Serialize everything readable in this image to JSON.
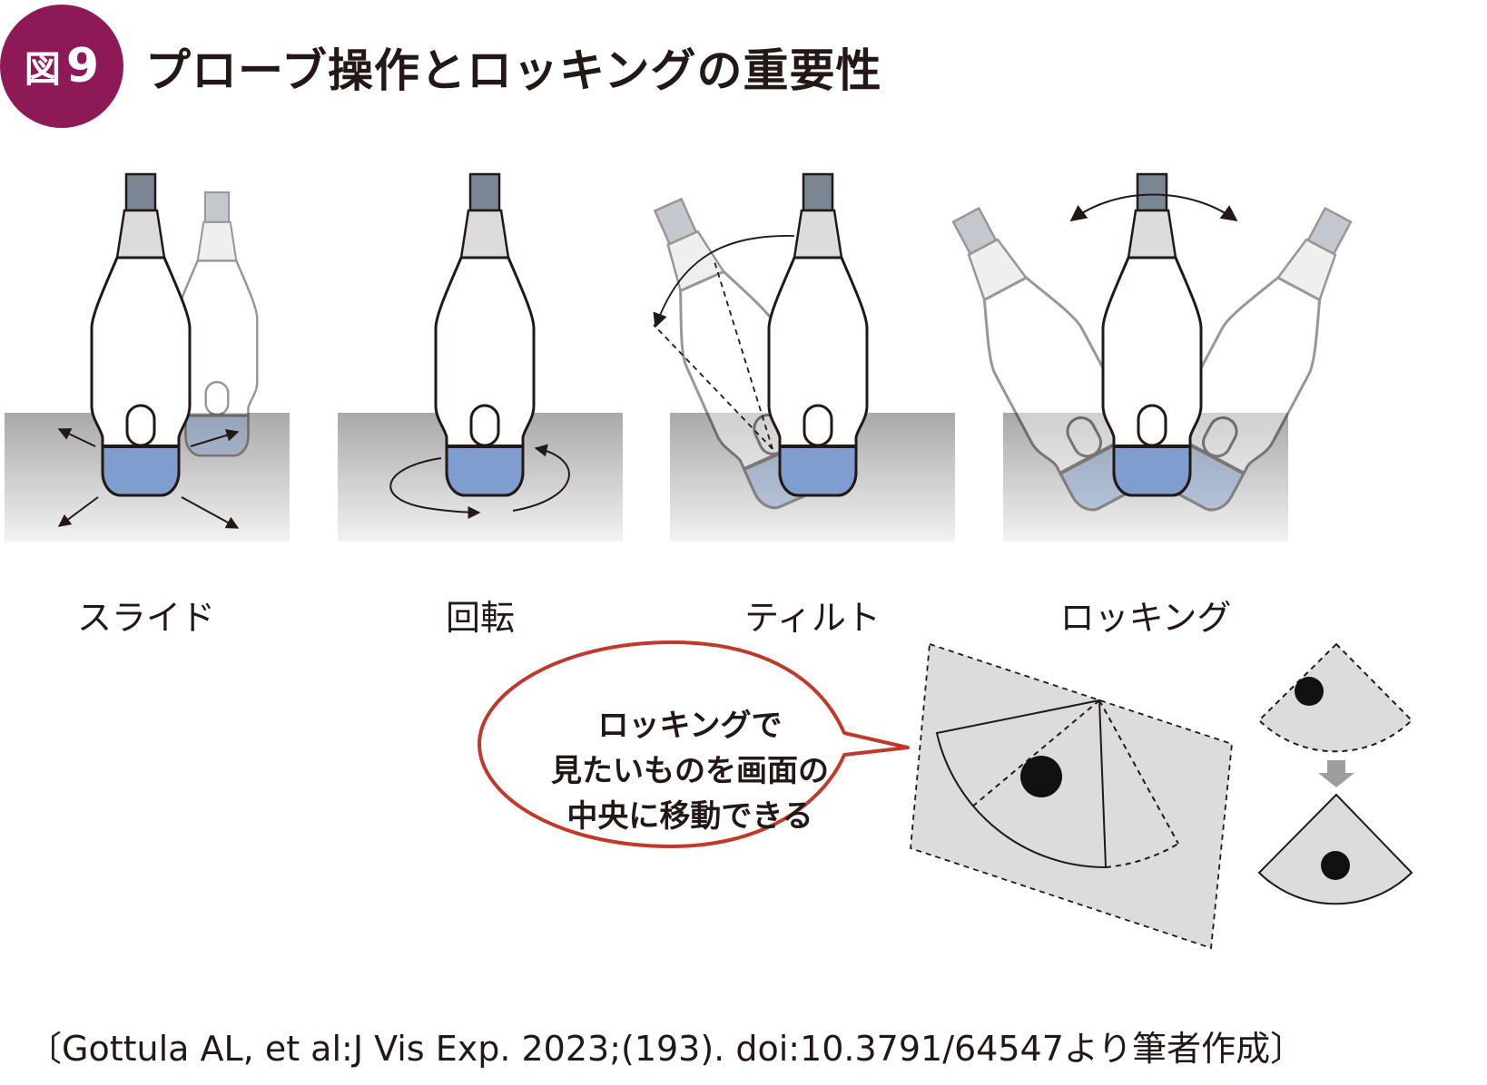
{
  "figure": {
    "badge_label": "図",
    "badge_number": "9",
    "title": "プローブ操作とロッキングの重要性"
  },
  "operations": [
    {
      "label": "スライド"
    },
    {
      "label": "回転"
    },
    {
      "label": "ティルト"
    },
    {
      "label": "ロッキング"
    }
  ],
  "callout": {
    "lines": [
      "ロッキングで",
      "見たいものを画面の",
      "中央に移動できる"
    ]
  },
  "citation": "〔Gottula AL, et al:J Vis Exp. 2023;(193). doi:10.3791/64547より筆者作成〕",
  "colors": {
    "badge": "#8d1a57",
    "probe_tip": "#7f9ecf",
    "probe_cable": "#7b8694",
    "bubble_border": "#c0392b",
    "sector": "#dcdcdc"
  }
}
